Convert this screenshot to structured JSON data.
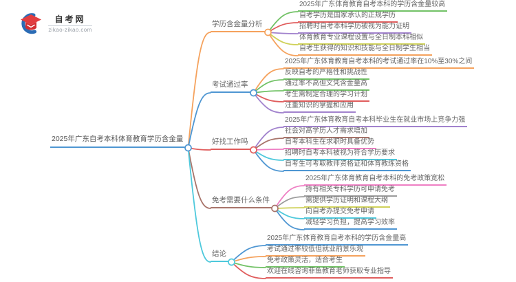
{
  "logo": {
    "title": "自考网",
    "domain": "zikao-zikao.com",
    "icon": "graduation-cap-icon",
    "brand_blue": "#2b6cb5",
    "brand_red": "#e23d3f"
  },
  "mindmap": {
    "root": {
      "label": "2025年广东自考本科体育教育学历含金量",
      "color": "#4e96d2"
    },
    "branches": [
      {
        "label": "学历含金量分析",
        "color": "#f5a25d",
        "children": [
          {
            "text": "2025年广东体育教育自考本科的学历含金量较高",
            "color": "#72c266"
          },
          {
            "text": "自考学历是国家承认的正规学历",
            "color": "#e05c5c"
          },
          {
            "text": "招聘时自考本科学历被视为能力证明",
            "color": "#a182cd"
          },
          {
            "text": "体育教育专业课程设置与全日制本科相似",
            "color": "#cfd159"
          },
          {
            "text": "自考生获得的知识和技能与全日制学生相当",
            "color": "#f5a25d"
          }
        ]
      },
      {
        "label": "考试通过率",
        "color": "#4e96d2",
        "children": [
          {
            "text": "2025年广东体育教育自考本科的考试通过率在10%至30%之间",
            "color": "#f5a25d"
          },
          {
            "text": "反映自考的严格性和挑战性",
            "color": "#72c266"
          },
          {
            "text": "通过率不高但文凭含金量高",
            "color": "#72c266"
          },
          {
            "text": "考生需制定合理的学习计划",
            "color": "#e05c5c"
          },
          {
            "text": "注重知识的掌握和应用",
            "color": "#a182cd"
          }
        ]
      },
      {
        "label": "好找工作吗",
        "color": "#e05c5c",
        "children": [
          {
            "text": "2025年广东体育教育自考本科毕业生在就业市场上竞争力强",
            "color": "#a182cd"
          },
          {
            "text": "社会对高学历人才需求增加",
            "color": "#a8746a"
          },
          {
            "text": "自考本科生在求职时具备优势",
            "color": "#ee7fc4"
          },
          {
            "text": "招聘时自考本科被视为符合学历要求",
            "color": "#4ec9dc"
          },
          {
            "text": "自考生可考取教师资格证和体育教练资格",
            "color": "#4e96d2"
          }
        ]
      },
      {
        "label": "免考需要什么条件",
        "color": "#a8746a",
        "children": [
          {
            "text": "2025年广东体育教育自考本科的免考政策宽松",
            "color": "#ee7fc4"
          },
          {
            "text": "持有相关专科学历可申请免考",
            "color": "#9c9c9c"
          },
          {
            "text": "需提供学历证明和课程大纲",
            "color": "#cfd159"
          },
          {
            "text": "向自考办提交免考申请",
            "color": "#4ec9dc"
          },
          {
            "text": "减轻学习负担，提高学习效率",
            "color": "#4e96d2"
          }
        ]
      },
      {
        "label": "结论",
        "color": "#4ec9dc",
        "children": [
          {
            "text": "2025年广东体育教育自考本科的学历含金量高",
            "color": "#4e96d2"
          },
          {
            "text": "考试通过率较低但就业前景乐观",
            "color": "#f5a25d"
          },
          {
            "text": "免考政策灵活，适合考生",
            "color": "#72c266"
          },
          {
            "text": "欢迎在线咨询菲鱼教育老师获取专业指导",
            "color": "#e05c5c"
          }
        ]
      }
    ]
  }
}
